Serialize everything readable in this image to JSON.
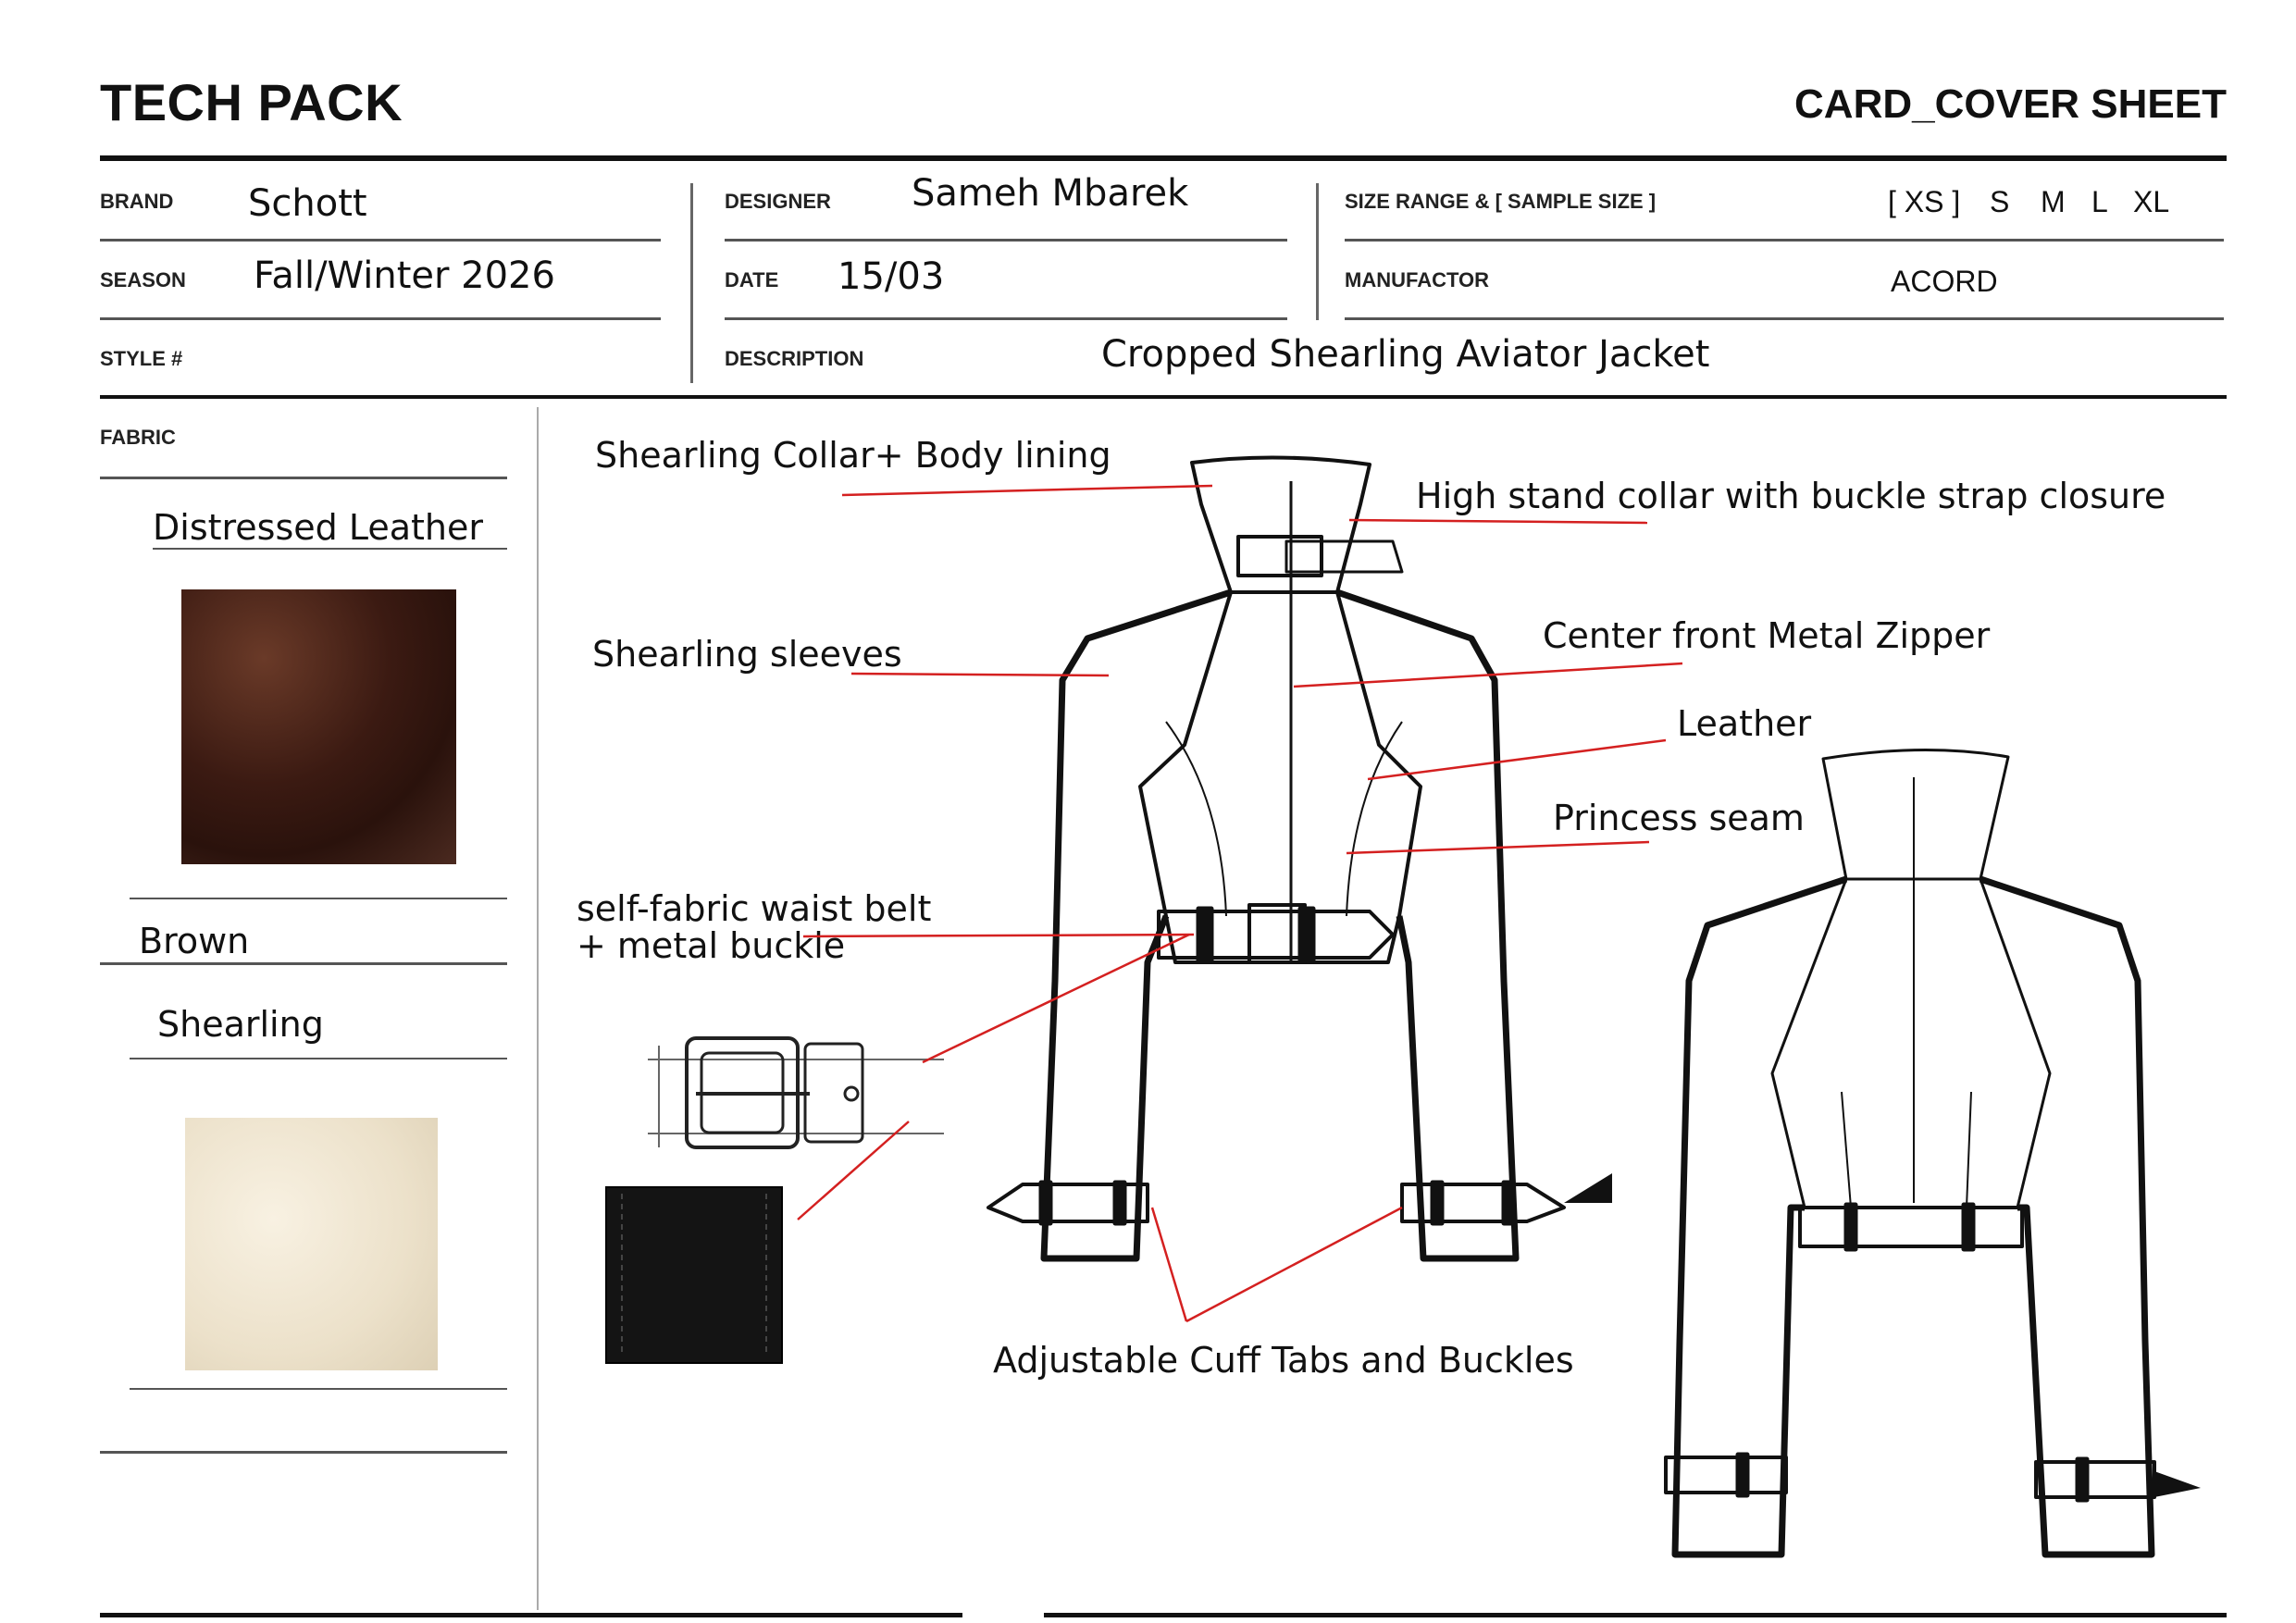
{
  "header": {
    "title": "TECH PACK",
    "sheet": "CARD_COVER SHEET"
  },
  "fields": {
    "brand_label": "BRAND",
    "brand": "Schott",
    "season_label": "SEASON",
    "season": "Fall/Winter 2026",
    "style_label": "STYLE #",
    "style": "",
    "designer_label": "DESIGNER",
    "designer": "Sameh Mbarek",
    "date_label": "DATE",
    "date": "15/03",
    "description_label": "DESCRIPTION",
    "description": "Cropped Shearling Aviator Jacket",
    "size_label": "SIZE RANGE & [ SAMPLE SIZE ]",
    "sizes": [
      "[ XS ]",
      "S",
      "M",
      "L",
      "XL"
    ],
    "manufactor_label": "MANUFACTOR",
    "manufactor": "ACORD"
  },
  "fabric": {
    "label": "FABRIC",
    "items": [
      {
        "name": "Distressed Leather",
        "color": "Brown",
        "swatch": "#4a2418"
      },
      {
        "name": "Shearling",
        "swatch": "#efe6d2"
      }
    ]
  },
  "callouts": {
    "collar_lining": "Shearling Collar+ Body lining",
    "stand_collar": "High stand collar with buckle strap closure",
    "sleeves": "Shearling sleeves",
    "zipper": "Center front  Metal Zipper",
    "leather": "Leather",
    "princess": "Princess seam",
    "belt_line1": "self-fabric waist belt",
    "belt_line2": "+ metal buckle",
    "cuff": "Adjustable Cuff Tabs and Buckles"
  },
  "colors": {
    "callout_line": "#d42020",
    "rule": "#111111"
  }
}
